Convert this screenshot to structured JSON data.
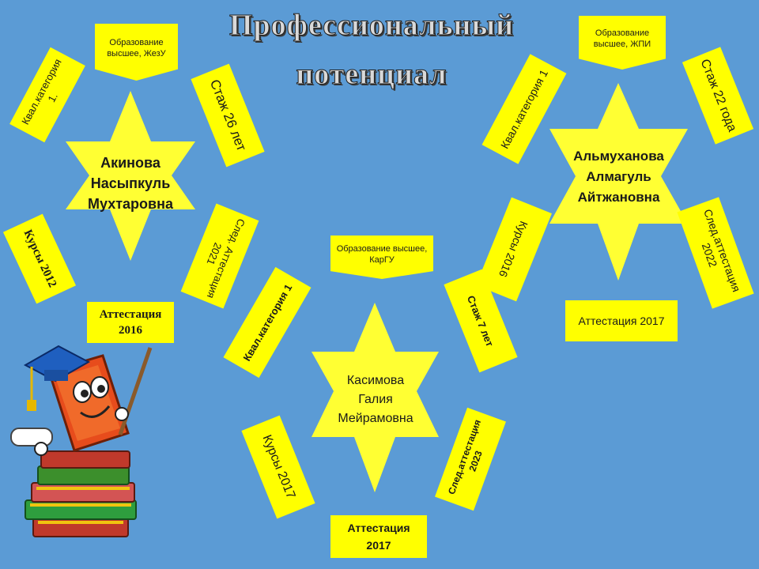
{
  "title": {
    "line1": "Профессиональный",
    "line2": "потенциал"
  },
  "teachers": [
    {
      "name": [
        "Акинова",
        "Насыпкуль",
        "Мухтаровна"
      ],
      "education": "Образование высшее, ЖезУ",
      "experience": "Стаж 26 лет",
      "next_attestation": "След. Аттестация 2021",
      "attestation": "Аттестация 2016",
      "courses": "Курсы 2012",
      "category": "Квал.категория 1."
    },
    {
      "name": [
        "Касимова",
        "Галия",
        "Мейрамовна"
      ],
      "education": "Образование высшее, КарГУ",
      "experience": "Стаж 7 лет",
      "next_attestation": "След.аттестация 2023",
      "attestation": "Аттестация 2017",
      "courses": "Курсы 2017",
      "category": "Квал.категория 1"
    },
    {
      "name": [
        "Альмуханова",
        "Алмагуль",
        "Айтжановна"
      ],
      "education": "Образование высшее, ЖПИ",
      "experience": "Стаж 22 года",
      "next_attestation": "След.аттестация 2022",
      "attestation": "Аттестация 2017",
      "courses": "Курсы 2016",
      "category": "Квал.категория 1"
    }
  ],
  "colors": {
    "background": "#5b9bd5",
    "tile": "#ffff00",
    "star": "#ffff33"
  }
}
